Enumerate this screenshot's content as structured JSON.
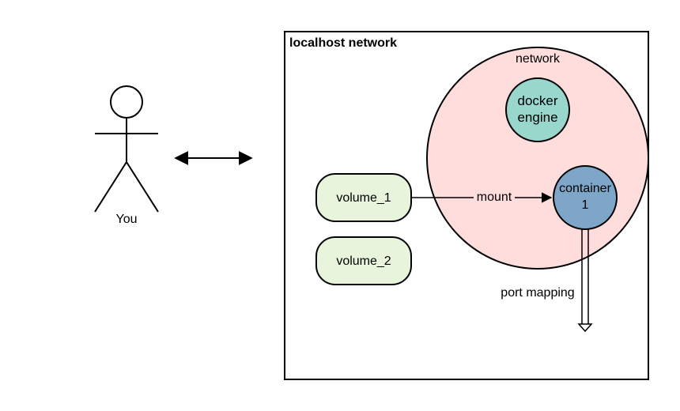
{
  "actor": {
    "label": "You"
  },
  "localhost_box": {
    "title": "localhost network"
  },
  "network": {
    "label": "network",
    "fill": "#ffdddd"
  },
  "docker_engine": {
    "line1": "docker",
    "line2": "engine",
    "fill": "#99d6cc"
  },
  "container": {
    "line1": "container",
    "line2": "1",
    "fill": "#7ea6c8"
  },
  "volumes": [
    {
      "label": "volume_1"
    },
    {
      "label": "volume_2"
    }
  ],
  "volume_fill": "#e8f5dc",
  "edges": {
    "mount_label": "mount",
    "port_mapping_label": "port mapping"
  }
}
